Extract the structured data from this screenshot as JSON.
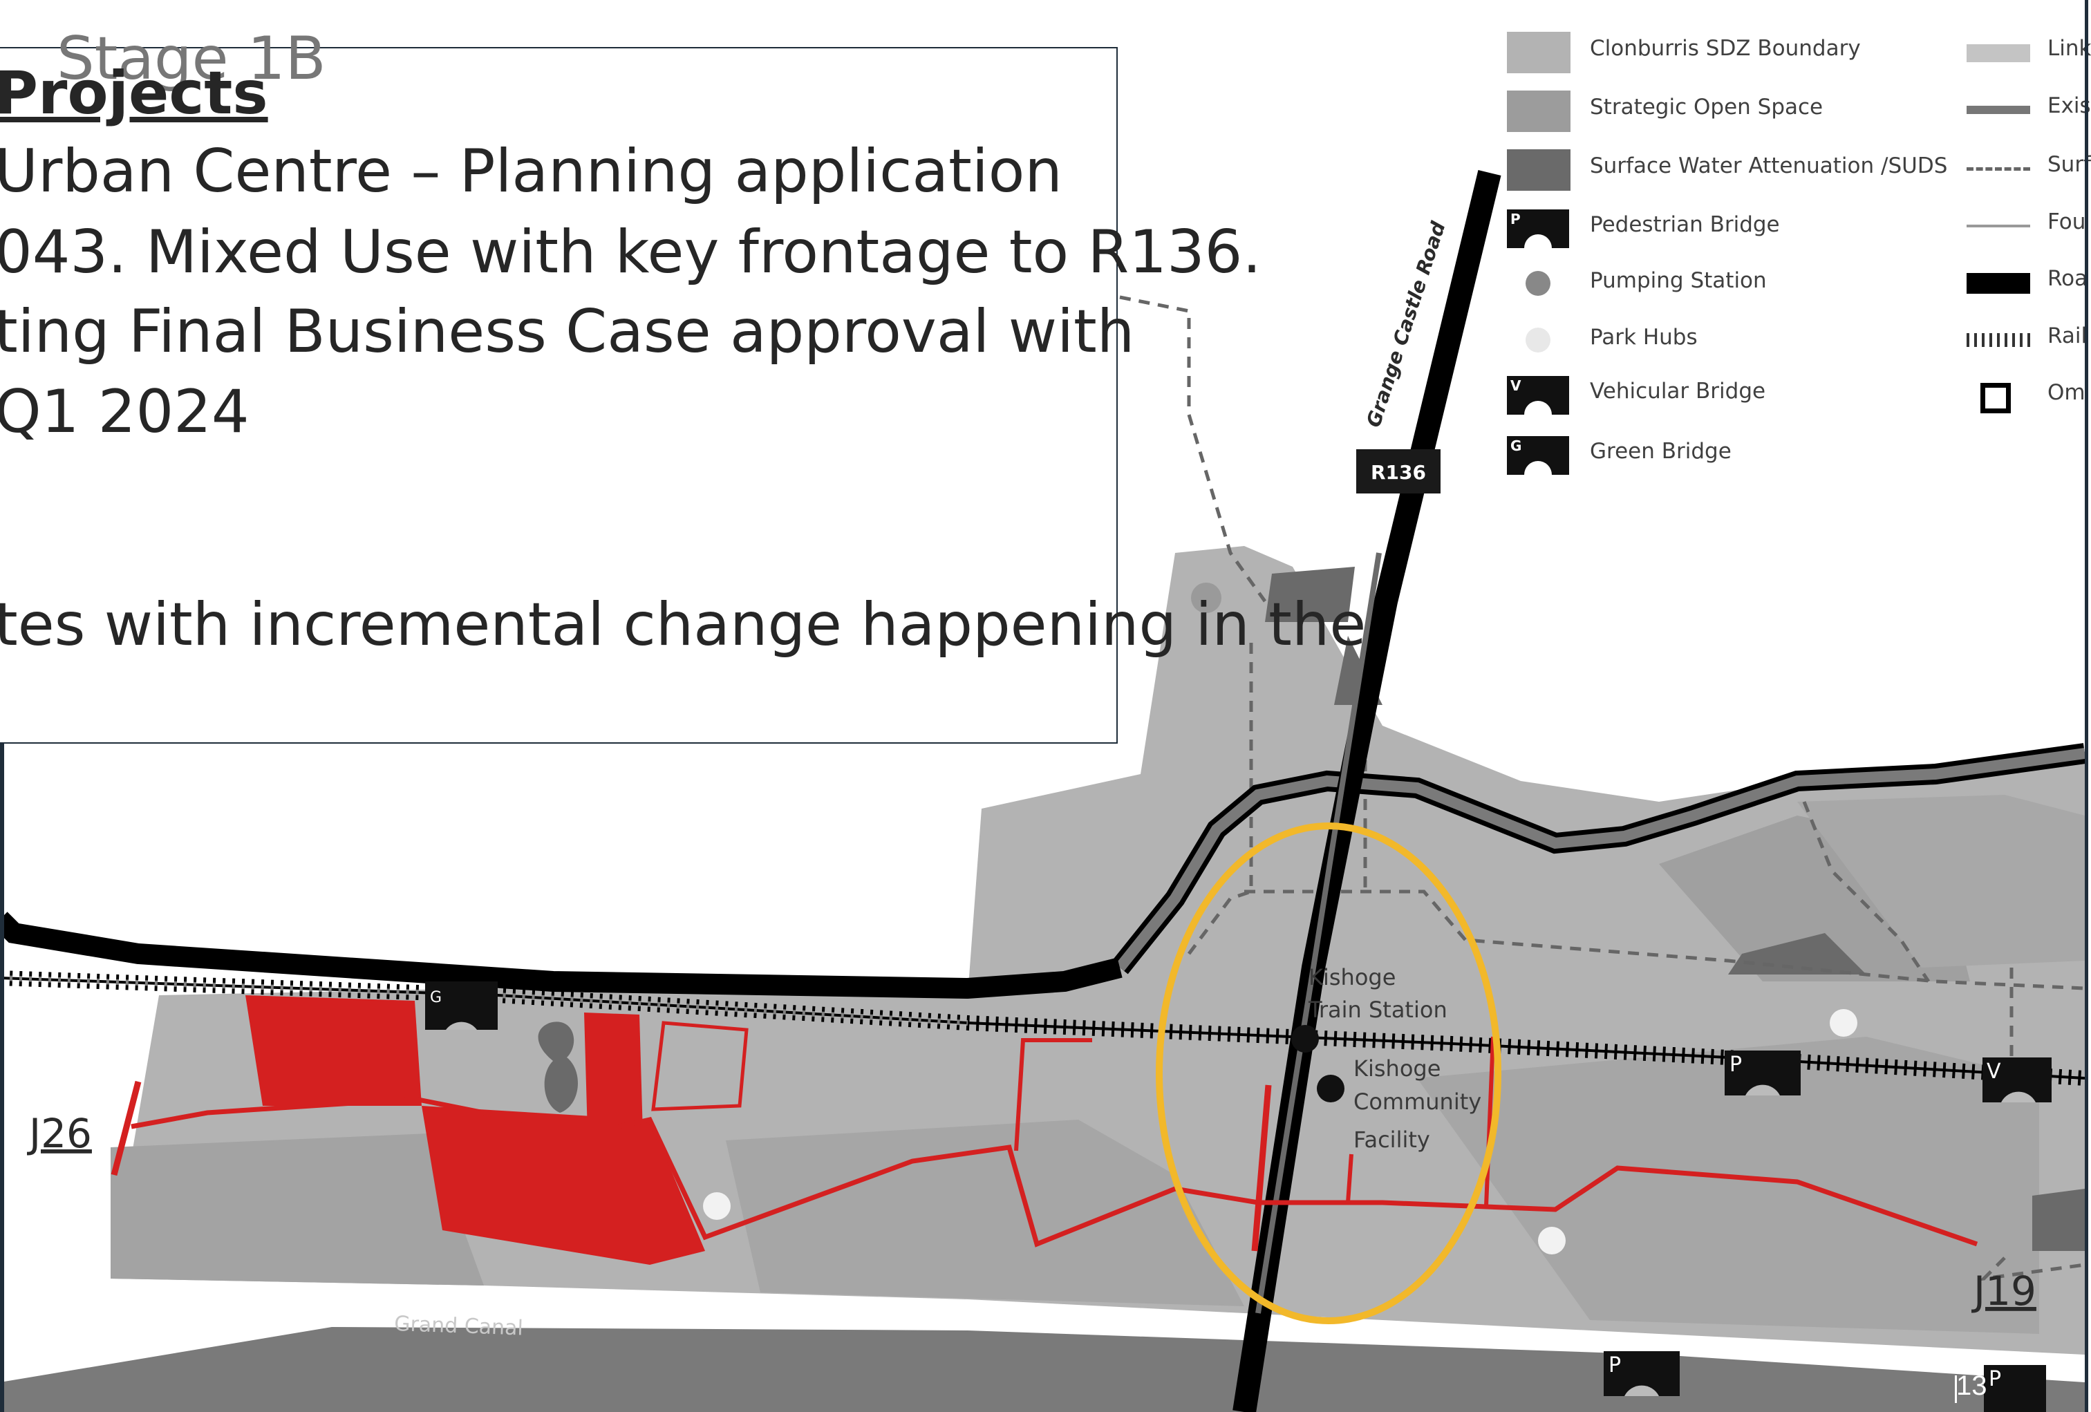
{
  "textbox": {
    "stage_fragment": "Stage 1B",
    "heading": "Projects",
    "lines": [
      "Urban Centre – Planning application",
      "043. Mixed Use with key frontage to R136.",
      "ting Final Business Case approval with",
      "Q1 2024",
      "tes with incremental change happening in the"
    ]
  },
  "legend": {
    "left_items": [
      {
        "label": "Clonburris SDZ Boundary",
        "icon": "light-grey-swatch"
      },
      {
        "label": "Strategic Open Space",
        "icon": "mid-grey-swatch"
      },
      {
        "label": "Surface Water Attenuation /SUDS",
        "icon": "dark-grey-swatch"
      },
      {
        "label": "Pedestrian Bridge",
        "icon": "pedestrian-bridge-icon",
        "badge": "P"
      },
      {
        "label": "Pumping Station",
        "icon": "pumping-station-icon"
      },
      {
        "label": "Park Hubs",
        "icon": "park-hub-icon"
      },
      {
        "label": "Vehicular Bridge",
        "icon": "vehicular-bridge-icon",
        "badge": "V"
      },
      {
        "label": "Green Bridge",
        "icon": "green-bridge-icon",
        "badge": "G"
      }
    ],
    "right_items": [
      {
        "label": "Link",
        "icon": "light-line-swatch"
      },
      {
        "label": "Exis",
        "icon": "thick-grey-line-swatch"
      },
      {
        "label": "Surf",
        "icon": "dashed-line-swatch"
      },
      {
        "label": "Fou",
        "icon": "thin-grey-line-swatch"
      },
      {
        "label": "Roa",
        "icon": "black-road-swatch"
      },
      {
        "label": "Rail",
        "icon": "rail-swatch"
      },
      {
        "label": "Om",
        "icon": "hollow-square-icon"
      }
    ]
  },
  "map_labels": {
    "road_name": "Grange Castle Road",
    "road_badge": "R136",
    "station": "Kishoge Train Station",
    "station_line1": "Kishoge",
    "station_line2": "Train Station",
    "community_line1": "Kishoge",
    "community_line2": "Community",
    "community_line3": "Facility",
    "junction_west": "J26",
    "junction_east": "J19",
    "canal": "Grand Canal",
    "bridge_g": "G",
    "bridge_p": "P",
    "bridge_v": "V"
  },
  "page_number": "13",
  "colors": {
    "background": "#ffffff",
    "sdz_area": "#b3b3b3",
    "open_space": "#9c9c9c",
    "suds": "#6a6a6a",
    "road": "#000000",
    "highlight_red": "#d42020",
    "ellipse": "#f2b82a",
    "border": "#1f2d3a"
  }
}
